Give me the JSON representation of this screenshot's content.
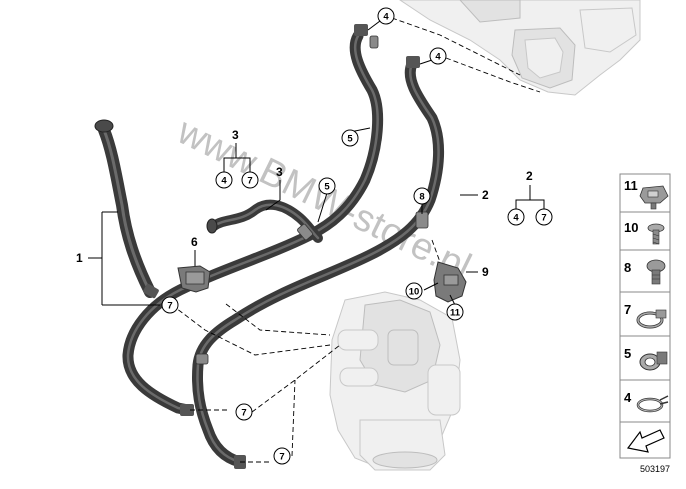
{
  "diagram": {
    "watermark": "www.BMW-store.pl",
    "part_number": "503197",
    "callouts": {
      "c1": "1",
      "c2": "2",
      "c3a": "3",
      "c3b": "3",
      "c6": "6",
      "c9": "9"
    },
    "circled": {
      "r4_top": "4",
      "r4_right": "4",
      "r5_a": "5",
      "r5_b": "5",
      "r8": "8",
      "r4_g3": "4",
      "r7_g3": "7",
      "r4_g2": "4",
      "r7_g2": "7",
      "r7_a": "7",
      "r10": "10",
      "r11": "11",
      "r7_b": "7",
      "r7_c": "7"
    },
    "legend": [
      {
        "number": "11",
        "icon": "clip-nut-icon"
      },
      {
        "number": "10",
        "icon": "screw-icon"
      },
      {
        "number": "8",
        "icon": "rivet-icon"
      },
      {
        "number": "7",
        "icon": "hose-clamp-icon"
      },
      {
        "number": "5",
        "icon": "holder-clamp-icon"
      },
      {
        "number": "4",
        "icon": "spring-clamp-icon"
      },
      {
        "number": "",
        "icon": "arrow-icon"
      }
    ],
    "colors": {
      "hose": "#3a3a3a",
      "hose_highlight": "#6a6a6a",
      "ghost": "#f0f0f0",
      "watermark": "#bdbdbd"
    }
  }
}
